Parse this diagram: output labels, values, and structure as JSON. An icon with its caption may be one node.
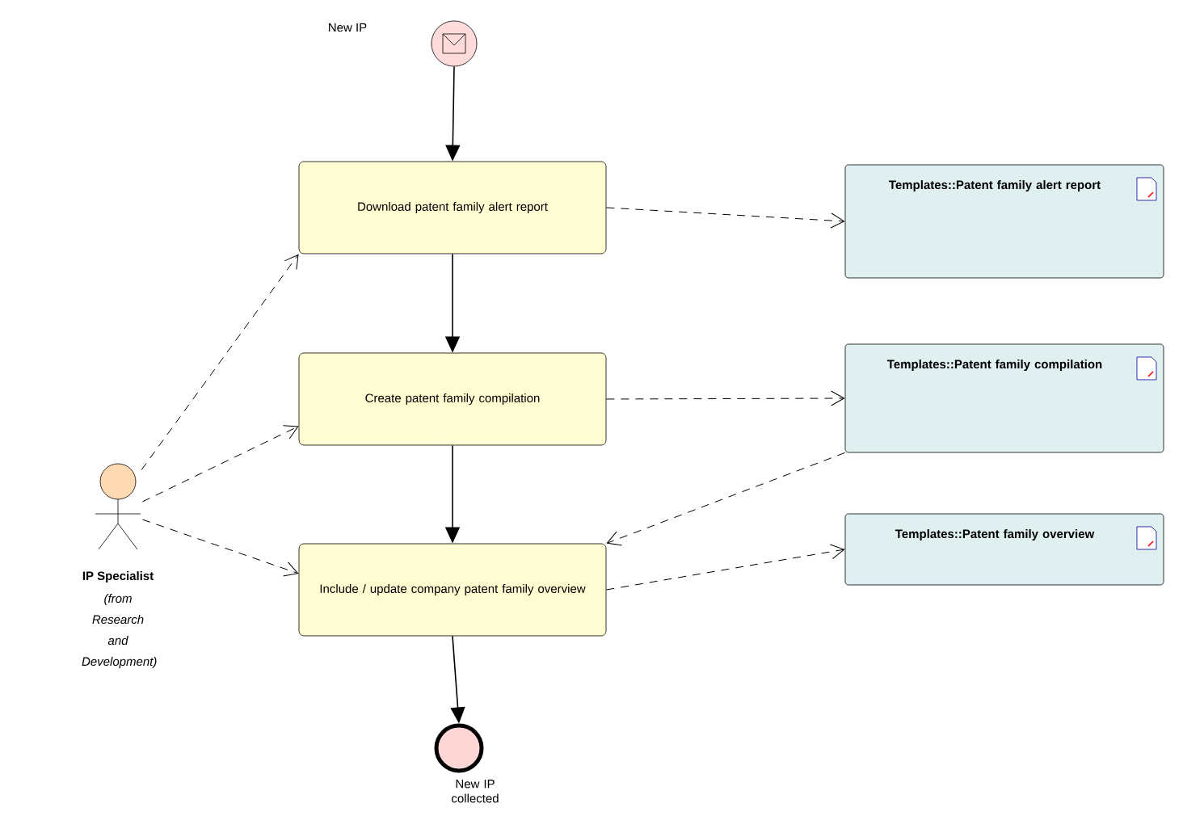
{
  "diagram": {
    "nodes": [
      {
        "text": [],
        "shape": "circle"
      },
      {
        "text": [
          "Download patent family alert report"
        ]
      },
      {
        "text": [
          "Create patent family compilation"
        ]
      },
      {
        "text": [
          "Include / update company patent family overview"
        ]
      },
      {
        "text": [],
        "shape": "circle",
        "beside": [
          "New IP collected"
        ]
      },
      {
        "text": [
          "IP Specialist",
          "(from Research and Development)"
        ]
      },
      {
        "text": [
          "Templates::Patent family alert report"
        ]
      },
      {
        "text": [
          "Templates::Patent family compilation"
        ]
      },
      {
        "text": [
          "Templates::Patent family overview"
        ]
      }
    ],
    "edges": [
      {
        "from": 0,
        "to": 1,
        "arrow": "to"
      },
      {
        "from": 1,
        "to": 2,
        "arrow": "to"
      },
      {
        "from": 2,
        "to": 3,
        "arrow": "to"
      },
      {
        "from": 3,
        "to": 4,
        "arrow": "to"
      },
      {
        "from": 5,
        "to": 1,
        "arrow": "to",
        "style": "dashed"
      },
      {
        "from": 5,
        "to": 2,
        "arrow": "to",
        "style": "dashed"
      },
      {
        "from": 5,
        "to": 3,
        "arrow": "to",
        "style": "dashed"
      },
      {
        "from": 1,
        "to": 6,
        "arrow": "to",
        "style": "dashed"
      },
      {
        "from": 2,
        "to": 7,
        "arrow": "to",
        "style": "dashed"
      },
      {
        "from": 7,
        "to": 3,
        "arrow": "to",
        "style": "dashed"
      },
      {
        "from": 3,
        "to": 8,
        "arrow": "to",
        "style": "dashed"
      }
    ],
    "labels": [
      "New IP"
    ]
  }
}
